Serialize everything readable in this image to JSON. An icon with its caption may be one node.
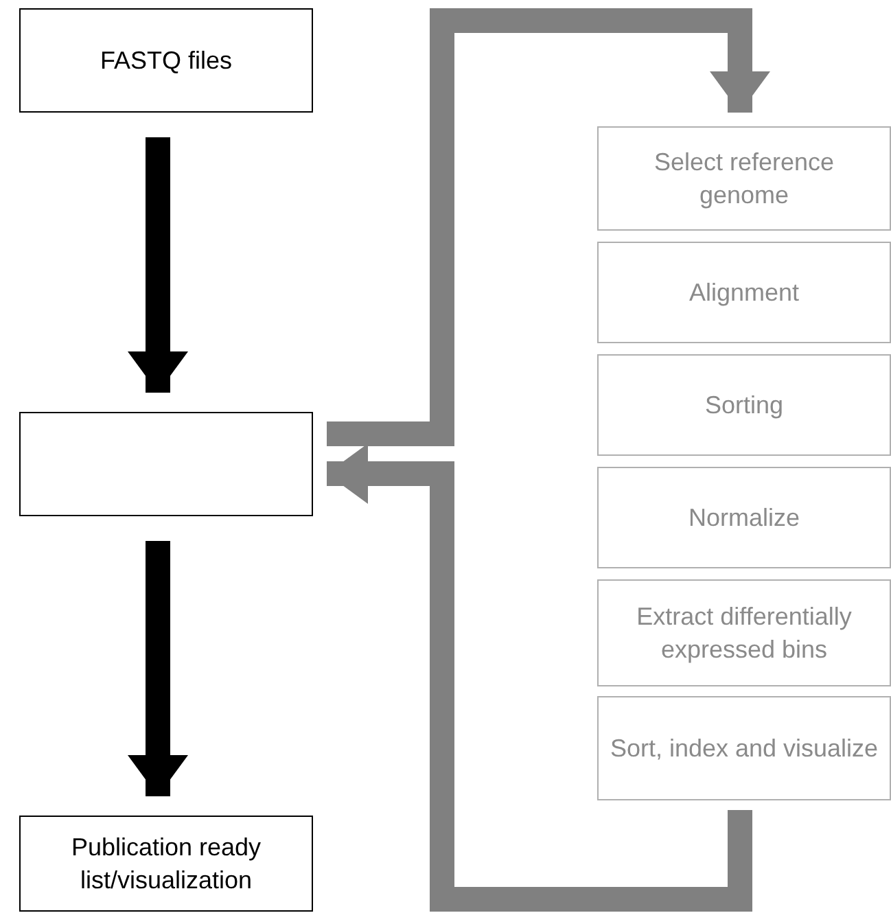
{
  "diagram": {
    "nodes": [
      {
        "text": [
          "FASTQ files"
        ]
      },
      {
        "text": [],
        "shape": "box"
      },
      {
        "text": [
          "Publication ready list/visualization"
        ]
      },
      {
        "text": [
          "Select reference genome"
        ]
      },
      {
        "text": [
          "Alignment"
        ]
      },
      {
        "text": [
          "Sorting"
        ]
      },
      {
        "text": [
          "Normalize"
        ]
      },
      {
        "text": [
          "Extract differentially expressed bins"
        ]
      },
      {
        "text": [
          "Sort, index and visualize"
        ]
      }
    ],
    "edges": [
      {
        "from": 0,
        "to": 1,
        "arrow": "to"
      },
      {
        "from": 1,
        "to": 2,
        "arrow": "to"
      },
      {
        "from": 1,
        "to": 3,
        "arrow": "to",
        "color": "#808080"
      },
      {
        "from": 8,
        "to": 1,
        "arrow": "to",
        "color": "#808080"
      }
    ]
  }
}
